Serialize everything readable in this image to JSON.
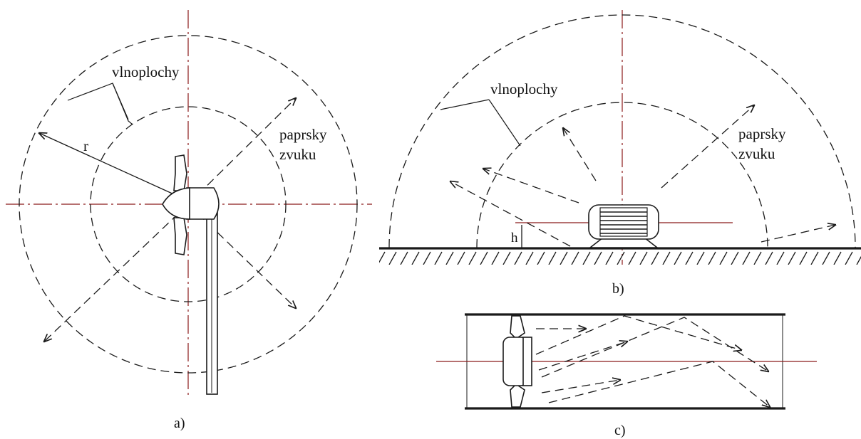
{
  "figure": {
    "panel_a": {
      "label_wavefronts": "vlnoplochy",
      "label_rays_line1": "paprsky",
      "label_rays_line2": "zvuku",
      "label_radius": "r",
      "caption": "a)"
    },
    "panel_b": {
      "label_wavefronts": "vlnoplochy",
      "label_rays_line1": "paprsky",
      "label_rays_line2": "zvuku",
      "label_height": "h",
      "caption": "b)"
    },
    "panel_c": {
      "caption": "c)"
    }
  },
  "colors": {
    "line": "#1a1a1a",
    "axis": "#8b1a1a"
  }
}
